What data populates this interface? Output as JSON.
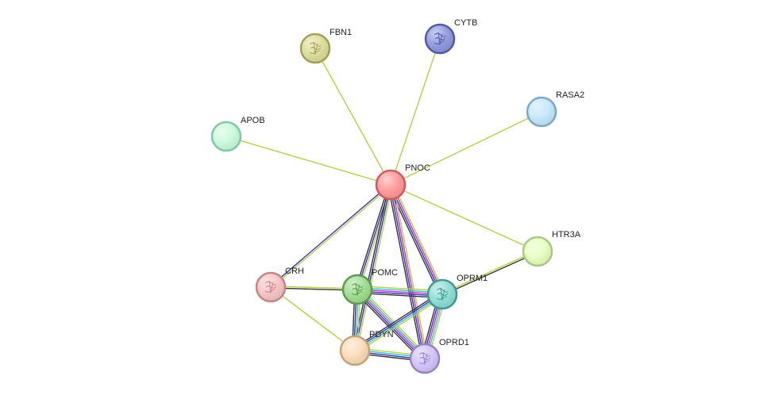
{
  "network": {
    "nodes": [
      {
        "id": "PNOC",
        "label": "PNOC",
        "fill": "#ff9696",
        "stroke": "#d05a5a",
        "icon": "none"
      },
      {
        "id": "FBN1",
        "label": "FBN1",
        "fill": "#dcdc96",
        "stroke": "#a0a050",
        "icon": "protein-structure-icon"
      },
      {
        "id": "CYTB",
        "label": "CYTB",
        "fill": "#8c96dc",
        "stroke": "#4f5aa8",
        "icon": "protein-structure-icon"
      },
      {
        "id": "RASA2",
        "label": "RASA2",
        "fill": "#c3e6fa",
        "stroke": "#7aa8c8",
        "icon": "none"
      },
      {
        "id": "APOB",
        "label": "APOB",
        "fill": "#c8fadc",
        "stroke": "#82c8a0",
        "icon": "none"
      },
      {
        "id": "HTR3A",
        "label": "HTR3A",
        "fill": "#e6ffbe",
        "stroke": "#a8c882",
        "icon": "none"
      },
      {
        "id": "CRH",
        "label": "CRH",
        "fill": "#f5c3c3",
        "stroke": "#c88282",
        "icon": "protein-structure-icon"
      },
      {
        "id": "POMC",
        "label": "POMC",
        "fill": "#9bdc8c",
        "stroke": "#5a9a4a",
        "icon": "protein-structure-icon"
      },
      {
        "id": "OPRM1",
        "label": "OPRM1",
        "fill": "#8cdcd2",
        "stroke": "#3c9a94",
        "icon": "protein-structure-icon"
      },
      {
        "id": "PDYN",
        "label": "PDYN",
        "fill": "#fadcb4",
        "stroke": "#c8a07a",
        "icon": "none"
      },
      {
        "id": "OPRD1",
        "label": "OPRD1",
        "fill": "#d2c3f5",
        "stroke": "#9682c8",
        "icon": "protein-structure-icon"
      }
    ],
    "edges": [
      {
        "source": "PNOC",
        "target": "FBN1",
        "colors": [
          "#b4d23c"
        ]
      },
      {
        "source": "PNOC",
        "target": "CYTB",
        "colors": [
          "#b4d23c"
        ]
      },
      {
        "source": "PNOC",
        "target": "RASA2",
        "colors": [
          "#b4d23c"
        ]
      },
      {
        "source": "PNOC",
        "target": "APOB",
        "colors": [
          "#b4d23c"
        ]
      },
      {
        "source": "PNOC",
        "target": "HTR3A",
        "colors": [
          "#b4d23c"
        ]
      },
      {
        "source": "PNOC",
        "target": "CRH",
        "colors": [
          "#b4d23c",
          "#3232c8"
        ]
      },
      {
        "source": "PNOC",
        "target": "POMC",
        "colors": [
          "#b4d23c",
          "#3232c8",
          "#333333"
        ]
      },
      {
        "source": "PNOC",
        "target": "OPRM1",
        "colors": [
          "#b4d23c",
          "#c832c8",
          "#3232c8",
          "#333333"
        ]
      },
      {
        "source": "PNOC",
        "target": "PDYN",
        "colors": [
          "#b4d23c",
          "#3232c8",
          "#333333"
        ]
      },
      {
        "source": "PNOC",
        "target": "OPRD1",
        "colors": [
          "#b4d23c",
          "#c832c8",
          "#3232c8",
          "#333333"
        ]
      },
      {
        "source": "CRH",
        "target": "POMC",
        "colors": [
          "#b4d23c",
          "#333333"
        ]
      },
      {
        "source": "CRH",
        "target": "PDYN",
        "colors": [
          "#b4d23c"
        ]
      },
      {
        "source": "POMC",
        "target": "OPRM1",
        "colors": [
          "#b4d23c",
          "#32c8c8",
          "#c832c8",
          "#3232c8",
          "#333333"
        ]
      },
      {
        "source": "POMC",
        "target": "PDYN",
        "colors": [
          "#b4d23c",
          "#32c8c8",
          "#3232c8",
          "#333333"
        ]
      },
      {
        "source": "POMC",
        "target": "OPRD1",
        "colors": [
          "#b4d23c",
          "#32c8c8",
          "#c832c8",
          "#3232c8",
          "#333333"
        ]
      },
      {
        "source": "OPRM1",
        "target": "HTR3A",
        "colors": [
          "#b4d23c",
          "#333333"
        ]
      },
      {
        "source": "OPRM1",
        "target": "PDYN",
        "colors": [
          "#b4d23c",
          "#32c8c8",
          "#3232c8",
          "#333333"
        ]
      },
      {
        "source": "OPRM1",
        "target": "OPRD1",
        "colors": [
          "#b4d23c",
          "#32c8c8",
          "#c832c8",
          "#3232c8",
          "#333333"
        ]
      },
      {
        "source": "PDYN",
        "target": "OPRD1",
        "colors": [
          "#b4d23c",
          "#32c8c8",
          "#3232c8",
          "#333333"
        ]
      }
    ]
  }
}
